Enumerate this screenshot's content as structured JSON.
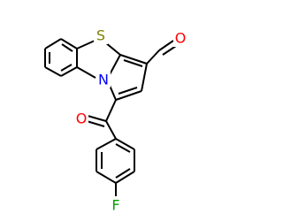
{
  "molecule": {
    "atoms": {
      "S": {
        "label": "S",
        "color": "#808000"
      },
      "N": {
        "label": "N",
        "color": "#0000ff"
      },
      "O1": {
        "label": "O",
        "color": "#ff0000"
      },
      "O2": {
        "label": "O",
        "color": "#ff0000"
      },
      "F": {
        "label": "F",
        "color": "#00a000"
      }
    },
    "bond_color": "#000000",
    "background": "#ffffff"
  }
}
